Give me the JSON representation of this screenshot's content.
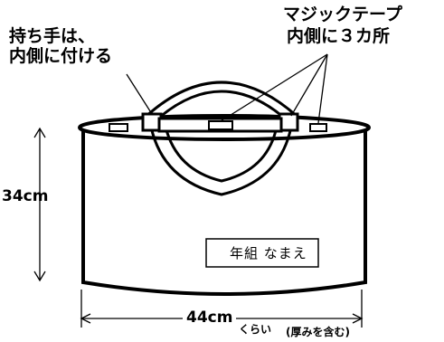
{
  "callouts": {
    "handles_line1": "持ち手は、",
    "handles_line2": "内側に付ける",
    "tape_line1": "マジックテープ",
    "tape_line2": "内側に３カ所"
  },
  "dimensions": {
    "height": "34cm",
    "width": "44cm",
    "width_note": "くらい",
    "width_note_paren": "(厚みを含む)"
  },
  "nameplate": {
    "text": "年組  なまえ"
  }
}
